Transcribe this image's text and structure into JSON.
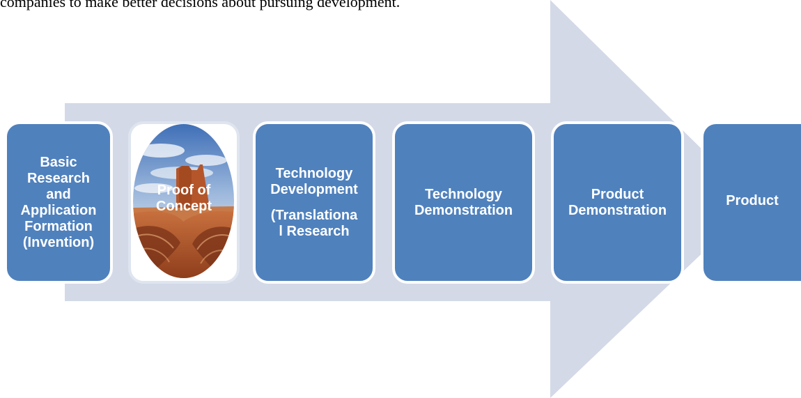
{
  "caption_fragment": "companies to make better decisions about pursuing development.",
  "colors": {
    "arrow": "#d3d9e7",
    "box_fill": "#4f81bd",
    "box_border": "#ffffff",
    "box_text": "#ffffff"
  },
  "stages": [
    {
      "lines": [
        "Basic",
        "Research",
        "and",
        "Application",
        "Formation",
        "(Invention)"
      ]
    },
    {
      "lines": [
        "Proof of",
        "Concept"
      ],
      "image": "desert-butte-photo"
    },
    {
      "lines": [
        "Technology",
        "Development"
      ],
      "sub_lines": [
        "(Translationa",
        "l Research"
      ]
    },
    {
      "lines": [
        "Technology",
        "Demonstration"
      ]
    },
    {
      "lines": [
        "Product",
        "Demonstration"
      ]
    },
    {
      "lines": [
        "Product"
      ]
    }
  ]
}
